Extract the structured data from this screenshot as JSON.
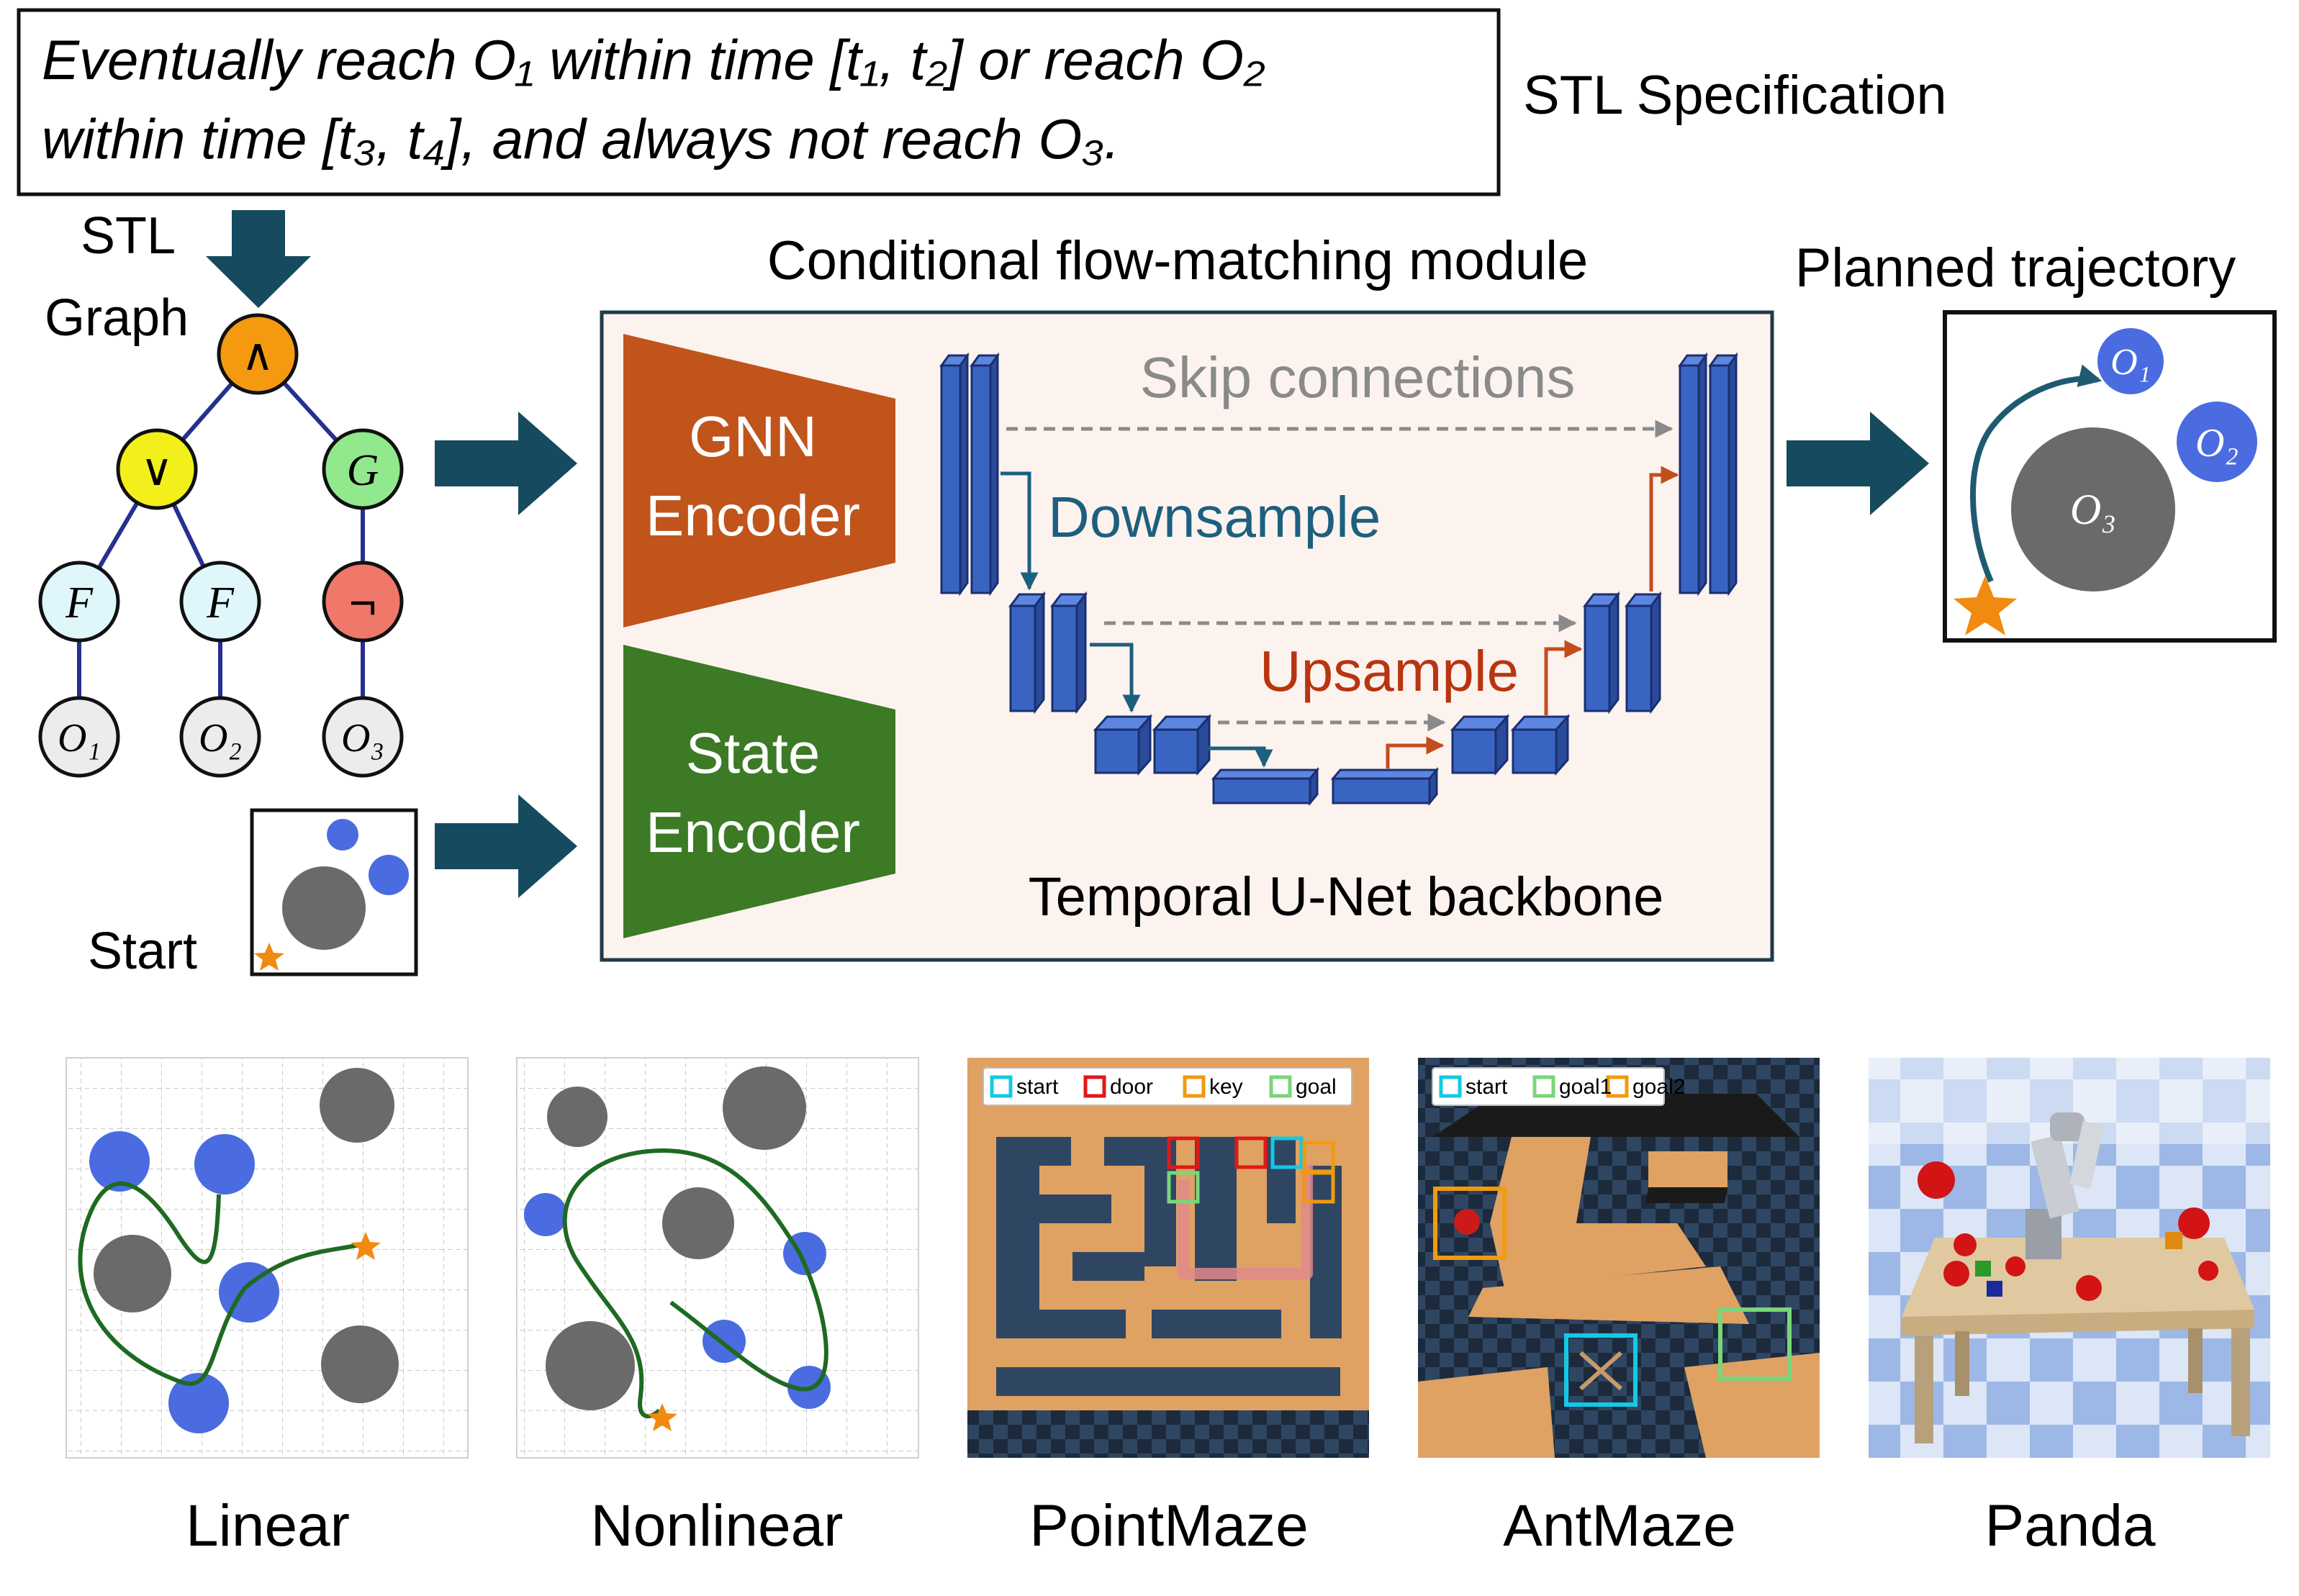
{
  "spec": {
    "line1": "Eventually reach O₁ within time [t₁, t₂] or reach O₂",
    "line2": "within time [t₃, t₄], and always not reach O₃.",
    "label": "STL Specification"
  },
  "graph": {
    "label_line1": "STL",
    "label_line2": "Graph",
    "nodes": {
      "and": "∧",
      "or": "∨",
      "globally": "G",
      "eventually1": "F",
      "eventually2": "F",
      "not": "¬",
      "o1": "O₁",
      "o2": "O₂",
      "o3": "O₃"
    }
  },
  "start": {
    "label": "Start"
  },
  "module": {
    "title": "Conditional flow-matching module",
    "gnn_line1": "GNN",
    "gnn_line2": "Encoder",
    "state_line1": "State",
    "state_line2": "Encoder",
    "skip": "Skip connections",
    "down": "Downsample",
    "up": "Upsample",
    "backbone": "Temporal U-Net backbone"
  },
  "trajectory": {
    "title": "Planned trajectory",
    "o1": "O₁",
    "o2": "O₂",
    "o3": "O₃"
  },
  "examples": {
    "linear": "Linear",
    "nonlinear": "Nonlinear",
    "pointmaze": "PointMaze",
    "antmaze": "AntMaze",
    "panda": "Panda"
  },
  "pointmaze_legend": [
    "start",
    "door",
    "key",
    "goal"
  ],
  "antmaze_legend": [
    "start",
    "goal1",
    "goal2"
  ],
  "colors": {
    "arrow": "#164a5f",
    "gnn": "#c0541a",
    "state": "#3c7a26",
    "unet": "#3a64c2",
    "skip": "#8a8a8a",
    "down": "#1d5f7f",
    "up": "#b8350f",
    "obstacle": "#6a6a6a",
    "goal": "#4a6ce0",
    "star": "#f08a10",
    "path": "#1e6a22"
  }
}
